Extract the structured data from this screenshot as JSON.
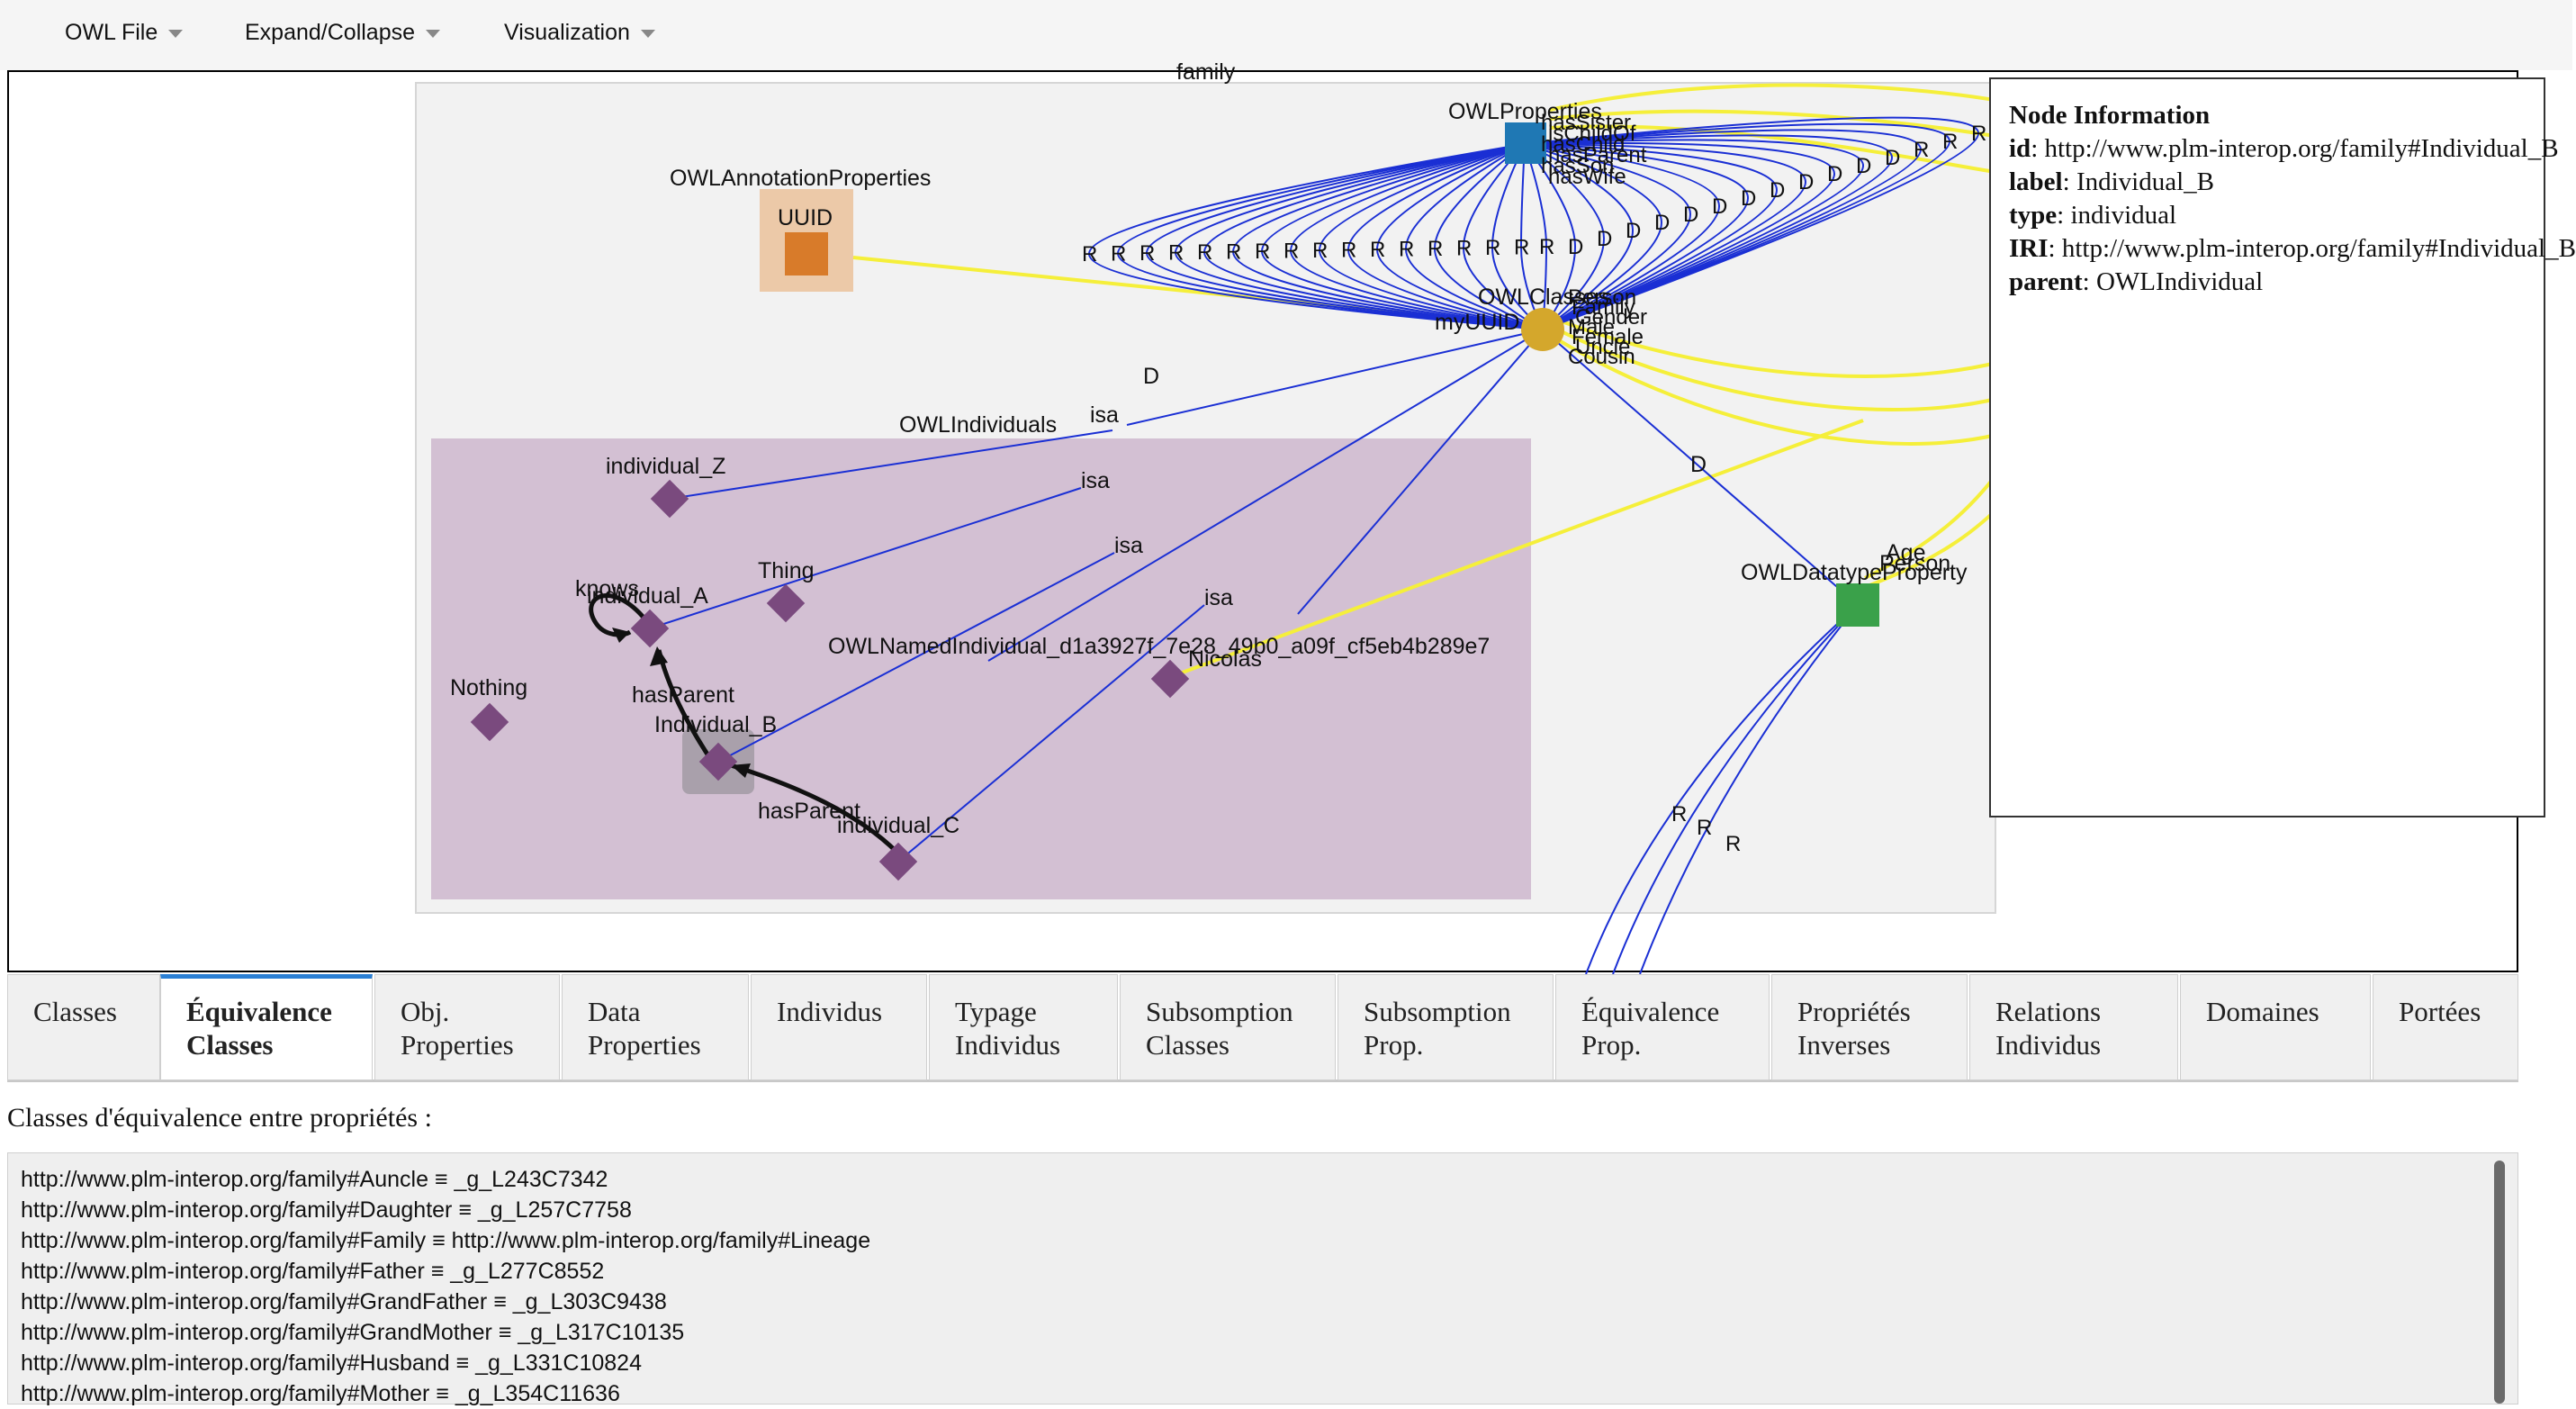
{
  "menu": {
    "items": [
      {
        "label": "OWL File"
      },
      {
        "label": "Expand/Collapse"
      },
      {
        "label": "Visualization"
      }
    ]
  },
  "graph": {
    "nodes": {
      "owl_properties": "OWLProperties",
      "owl_annotation_properties": "OWLAnnotationProperties",
      "uuid": "UUID",
      "owl_classes": "OWLClasses",
      "my_uuid": "myUUID",
      "owl_individuals": "OWLIndividuals",
      "individual_z": "individual_Z",
      "individual_a": "individual_A",
      "thing": "Thing",
      "nothing": "Nothing",
      "individual_b": "Individual_B",
      "individual_c": "individual_C",
      "named_individual": "OWLNamedIndividual_d1a3927f_7e28_49b0_a09f_cf5eb4b289e7",
      "nicolas": "Nicolas",
      "owl_datatype_property": "OWLDatatypeProperty",
      "age": "Age",
      "person": "Person",
      "family_top": "family"
    },
    "edge_labels": {
      "knows": "knows",
      "has_parent": "hasParent",
      "isa": "isa",
      "d": "D",
      "r": "R"
    },
    "property_labels": [
      "hasSister",
      "isChildOf",
      "hasChild",
      "hasParent",
      "hasSon",
      "hasWife"
    ],
    "class_labels": [
      "Person",
      "Family",
      "Gender",
      "Male",
      "Female",
      "Uncle",
      "Cousin"
    ],
    "colors": {
      "individual": "#7a4a7e",
      "cluster": "#d3c0d3",
      "properties": "#1f78b4",
      "annotation": "#d87b2a",
      "annotation_bg": "#ecc9a8",
      "classes": "#d4a72c",
      "datatype": "#3aa14a",
      "blue_edge": "#1a2fd4",
      "yellow_edge": "#f5ef3a"
    }
  },
  "node_info": {
    "title": "Node Information",
    "id_label": "id",
    "id_value": "http://www.plm-interop.org/family#Individual_B",
    "label_label": "label",
    "label_value": "Individual_B",
    "type_label": "type",
    "type_value": "individual",
    "iri_label": "IRI",
    "iri_value": "http://www.plm-interop.org/family#Individual_B",
    "parent_label": "parent",
    "parent_value": "OWLIndividual"
  },
  "tabs": [
    {
      "label": "Classes",
      "active": false
    },
    {
      "label": "Équivalence Classes",
      "active": true
    },
    {
      "label": "Obj. Properties",
      "active": false
    },
    {
      "label": "Data Properties",
      "active": false
    },
    {
      "label": "Individus",
      "active": false
    },
    {
      "label": "Typage Individus",
      "active": false
    },
    {
      "label": "Subsomption Classes",
      "active": false
    },
    {
      "label": "Subsomption Prop.",
      "active": false
    },
    {
      "label": "Équivalence Prop.",
      "active": false
    },
    {
      "label": "Propriétés Inverses",
      "active": false
    },
    {
      "label": "Relations Individus",
      "active": false
    },
    {
      "label": "Domaines",
      "active": false
    },
    {
      "label": "Portées",
      "active": false
    }
  ],
  "equivalence": {
    "title": "Classes d'équivalence entre propriétés :",
    "lines": [
      "http://www.plm-interop.org/family#Auncle ≡ _g_L243C7342",
      "http://www.plm-interop.org/family#Daughter ≡ _g_L257C7758",
      "http://www.plm-interop.org/family#Family ≡ http://www.plm-interop.org/family#Lineage",
      "http://www.plm-interop.org/family#Father ≡ _g_L277C8552",
      "http://www.plm-interop.org/family#GrandFather ≡ _g_L303C9438",
      "http://www.plm-interop.org/family#GrandMother ≡ _g_L317C10135",
      "http://www.plm-interop.org/family#Husband ≡ _g_L331C10824",
      "http://www.plm-interop.org/family#Mother ≡ _g_L354C11636"
    ]
  }
}
